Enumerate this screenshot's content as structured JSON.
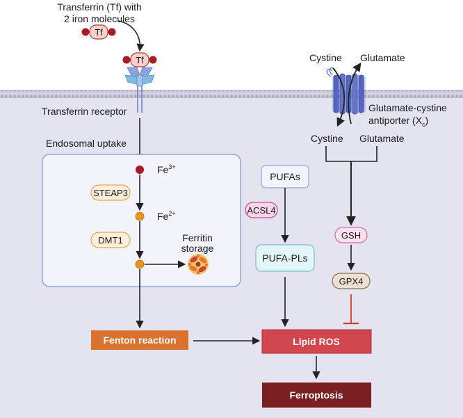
{
  "transferrin": {
    "caption_line1": "Transferrin (Tf) with",
    "caption_line2": "2 iron molecules",
    "tf_label": "Tf",
    "receptor_label": "Transferrin receptor"
  },
  "endosome": {
    "label": "Endosomal uptake",
    "fe3_base": "Fe",
    "fe3_sup": "3+",
    "fe2_base": "Fe",
    "fe2_sup": "2+",
    "steap3": "STEAP3",
    "dmt1": "DMT1",
    "ferritin_line1": "Ferritin",
    "ferritin_line2": "storage"
  },
  "antiporter": {
    "cystine_out": "Cystine",
    "glutamate_out": "Glutamate",
    "label_line1": "Glutamate-cystine",
    "label_line2_base": "antiporter (X",
    "label_line2_sub": "c",
    "label_line2_end": ")",
    "cystine_in": "Cystine",
    "glutamate_in": "Glutamate"
  },
  "lipid": {
    "pufas": "PUFAs",
    "acsl4": "ACSL4",
    "pufa_pls": "PUFA-PLs"
  },
  "glutathione": {
    "gsh": "GSH",
    "gpx4": "GPX4"
  },
  "outcomes": {
    "fenton": "Fenton reaction",
    "lipid_ros": "Lipid ROS",
    "ferroptosis": "Ferroptosis"
  },
  "colors": {
    "cytoplasm": "#e3e4ef",
    "membrane": "#c9cbd9",
    "endosome_fill": "#f1f4fb",
    "endosome_border": "#8fa7d6",
    "fenton": "#d9712f",
    "lipid_ros": "#d2474f",
    "ferroptosis": "#7a1f22",
    "fe3": "#a61c22",
    "fe2": "#e8961a",
    "enzyme_orange_fill": "#fdeedb",
    "enzyme_orange_border": "#e8a45b",
    "acsl4_fill": "#f8d6e8",
    "acsl4_border": "#c9459b",
    "gsh_fill": "#fbe1ef",
    "gsh_border": "#d66aa6",
    "gpx4_fill": "#ede0d2",
    "gpx4_border": "#8a6a4d",
    "pufa_fill": "#e3f5f7",
    "pufa_border": "#6cc0cc",
    "inhibit": "#d23a2f"
  }
}
